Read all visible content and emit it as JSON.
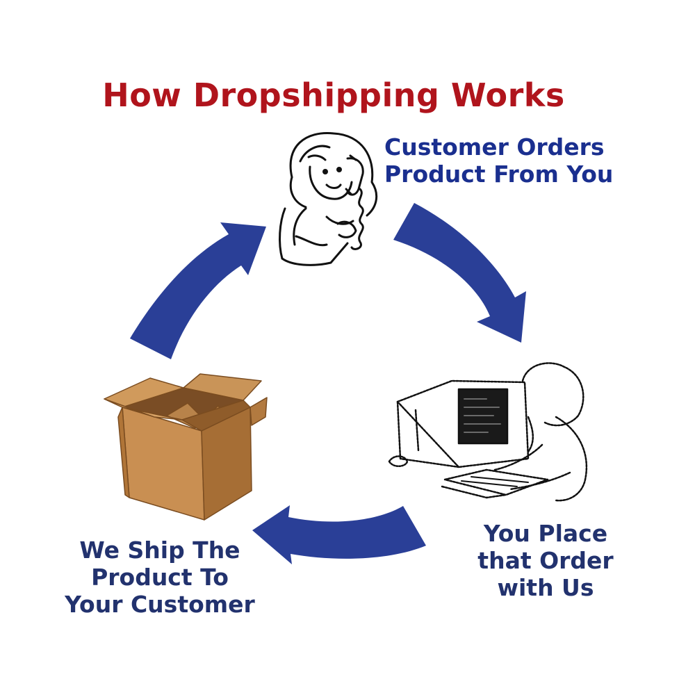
{
  "diagram": {
    "title": "How Dropshipping Works",
    "steps": [
      {
        "lines": [
          "Customer Orders",
          "Product From You"
        ]
      },
      {
        "lines": [
          "You Place",
          "that Order",
          "with Us"
        ]
      },
      {
        "lines": [
          "We Ship The",
          "Product To",
          "Your Customer"
        ]
      }
    ]
  },
  "colors": {
    "title": "#b0141c",
    "label_primary": "#1a2f8f",
    "label_secondary": "#22326e",
    "arrow": "#2a3f97",
    "box": "#c98f52",
    "box_dark": "#a66e35",
    "screen": "#1a1a1a"
  },
  "icons": {
    "customer": "woman-on-phone-icon",
    "computer": "person-at-computer-icon",
    "package": "open-cardboard-box-icon"
  }
}
